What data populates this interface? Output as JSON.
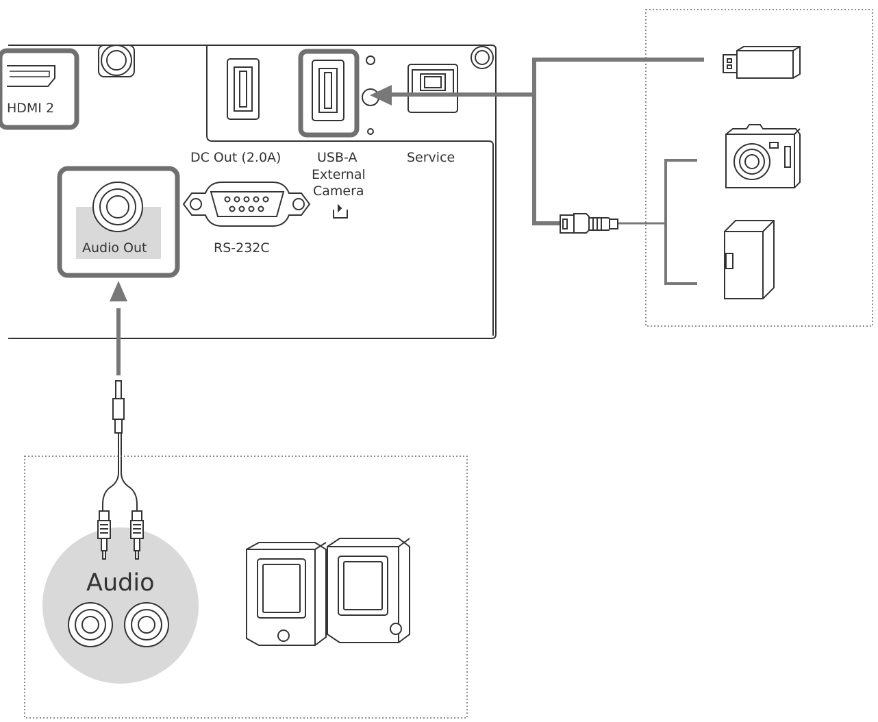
{
  "panel": {
    "ports": {
      "hdmi2": "HDMI 2",
      "dc_out": "DC Out (2.0A)",
      "usb_a": "USB-A",
      "usb_a_sub1": "External",
      "usb_a_sub2": "Camera",
      "service": "Service",
      "rs232c": "RS-232C",
      "audio_out": "Audio Out"
    }
  },
  "audio_device": {
    "label": "Audio"
  },
  "colors": {
    "highlight": "#707070",
    "line": "#333333",
    "grey_fill": "#d9d9d9",
    "arrow": "#787878"
  },
  "icons": {
    "usb_stick": "usb-flash-drive-icon",
    "camera": "digital-camera-icon",
    "hard_drive": "external-hard-drive-icon",
    "speakers": "speaker-icon",
    "usb_cable": "usb-cable-plug-icon",
    "stereo_cable": "stereo-mini-plug-cable-icon",
    "rca_jacks": "rca-jack-icon"
  }
}
